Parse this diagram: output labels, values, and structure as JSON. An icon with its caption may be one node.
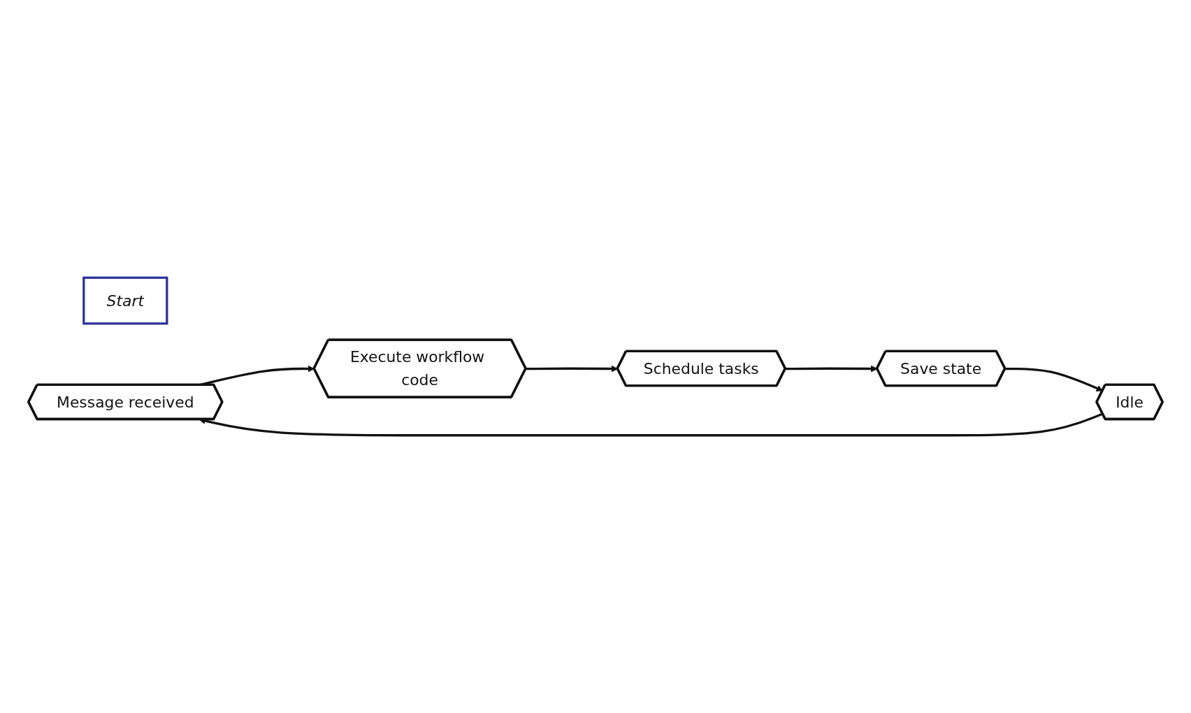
{
  "diagram": {
    "nodes": [
      {
        "text": [
          "Start"
        ]
      },
      {
        "text": [
          "Message received"
        ]
      },
      {
        "text": [
          "Execute workflow code"
        ]
      },
      {
        "text": [
          "Schedule tasks"
        ]
      },
      {
        "text": [
          "Save state"
        ]
      },
      {
        "text": [
          "Idle"
        ]
      }
    ],
    "edges": [
      {
        "from": 1,
        "to": 2,
        "arrow": "to"
      },
      {
        "from": 2,
        "to": 3,
        "arrow": "to"
      },
      {
        "from": 3,
        "to": 4,
        "arrow": "to"
      },
      {
        "from": 4,
        "to": 5,
        "arrow": "to"
      },
      {
        "from": 5,
        "to": 1,
        "arrow": "to"
      }
    ]
  }
}
